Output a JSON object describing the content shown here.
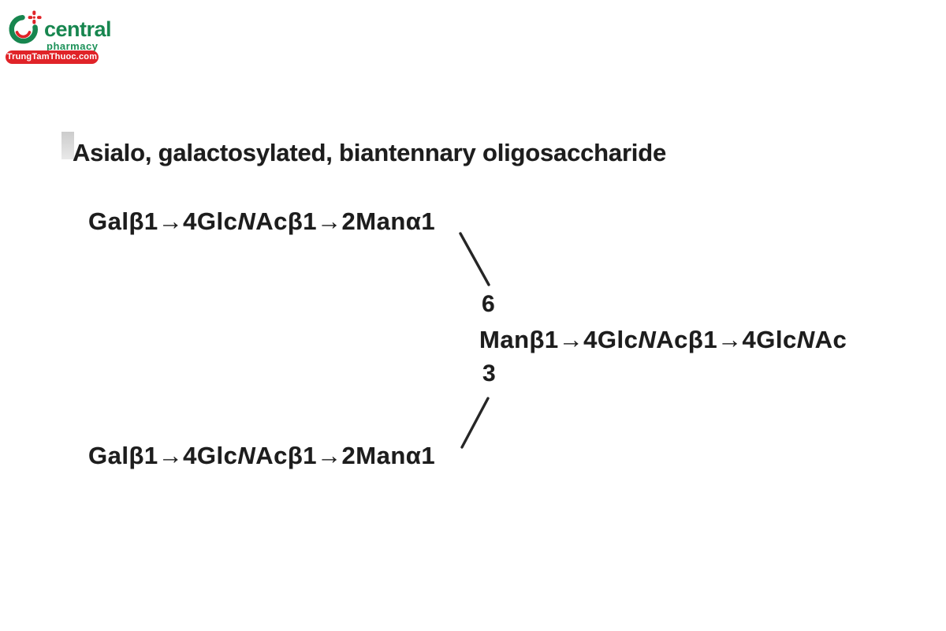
{
  "logo": {
    "brand": "central",
    "subtitle": "pharmacy",
    "banner": "TrungTamThuoc.com",
    "green": "#17864f",
    "red": "#e02328"
  },
  "diagram": {
    "title": "Asialo, galactosylated, biantennary oligosaccharide",
    "top_branch": {
      "text": "Galβ1→4GlcNAcβ1→2Manα1",
      "segments": [
        {
          "t": "Galβ1→4Glc"
        },
        {
          "t": "N",
          "i": true
        },
        {
          "t": "Acβ1→2Manα1"
        }
      ]
    },
    "core": {
      "text": "Manβ1→4GlcNAcβ1→4GlcNAc",
      "segments": [
        {
          "t": "Manβ1→4Glc"
        },
        {
          "t": "N",
          "i": true
        },
        {
          "t": "Acβ1→4Glc"
        },
        {
          "t": "N",
          "i": true
        },
        {
          "t": "Ac"
        }
      ]
    },
    "bottom_branch": {
      "text": "Galβ1→4GlcNAcβ1→2Manα1",
      "segments": [
        {
          "t": "Galβ1→4Glc"
        },
        {
          "t": "N",
          "i": true
        },
        {
          "t": "Acβ1→2Manα1"
        }
      ]
    },
    "linkage_top": "6",
    "linkage_bottom": "3"
  }
}
